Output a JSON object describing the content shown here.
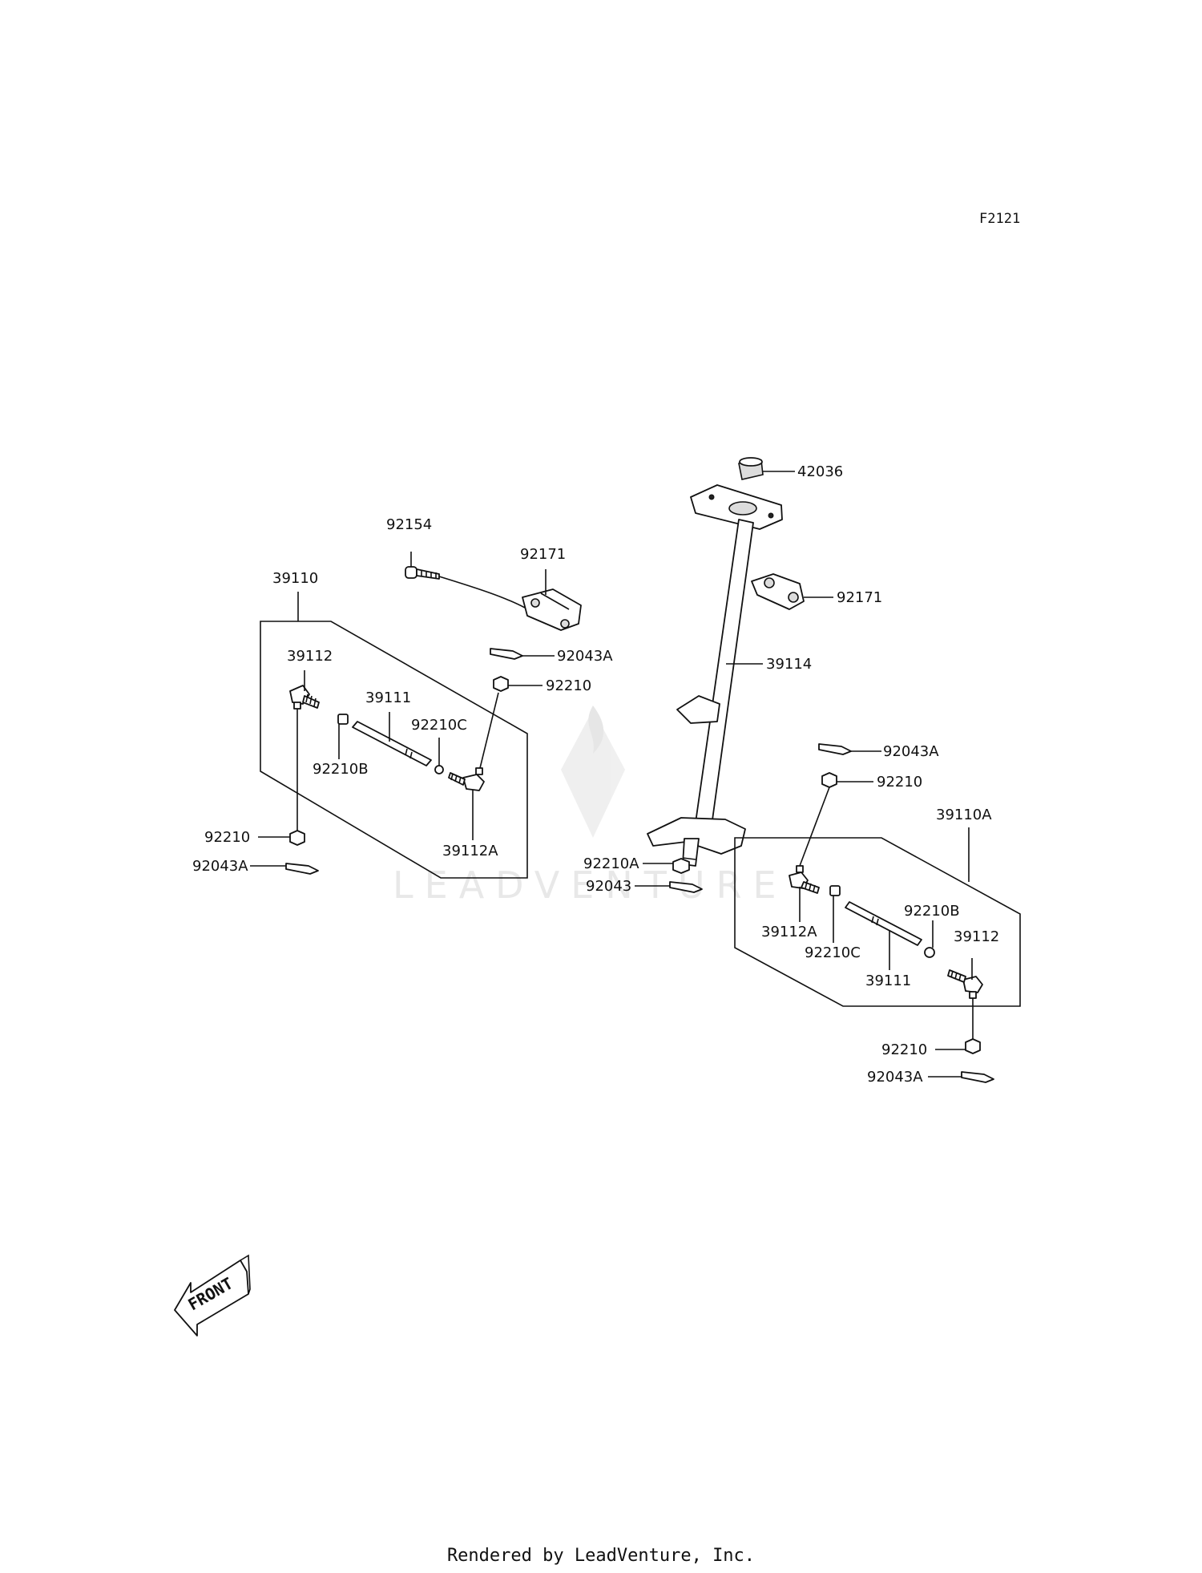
{
  "figure_id": "F2121",
  "watermark": "LEADVENTURE",
  "front_label": "FRONT",
  "footer": "Rendered by LeadVenture, Inc.",
  "callouts": {
    "c42036": "42036",
    "c92154": "92154",
    "c92171_left": "92171",
    "c92171_right": "92171",
    "c39110": "39110",
    "c39110A": "39110A",
    "c39114": "39114",
    "c39112_left": "39112",
    "c39112_right": "39112",
    "c39111_left": "39111",
    "c39111_right": "39111",
    "c92210C_left": "92210C",
    "c92210C_right": "92210C",
    "c92210B_left": "92210B",
    "c92210B_right": "92210B",
    "c39112A_left": "39112A",
    "c39112A_right": "39112A",
    "c92043A_top_left": "92043A",
    "c92043A_top_right": "92043A",
    "c92043A_bottom_left": "92043A",
    "c92043A_bottom_right": "92043A",
    "c92210_top_left": "92210",
    "c92210_top_right": "92210",
    "c92210_bottom_left": "92210",
    "c92210_bottom_right": "92210",
    "c92210A": "92210A",
    "c92043": "92043"
  }
}
